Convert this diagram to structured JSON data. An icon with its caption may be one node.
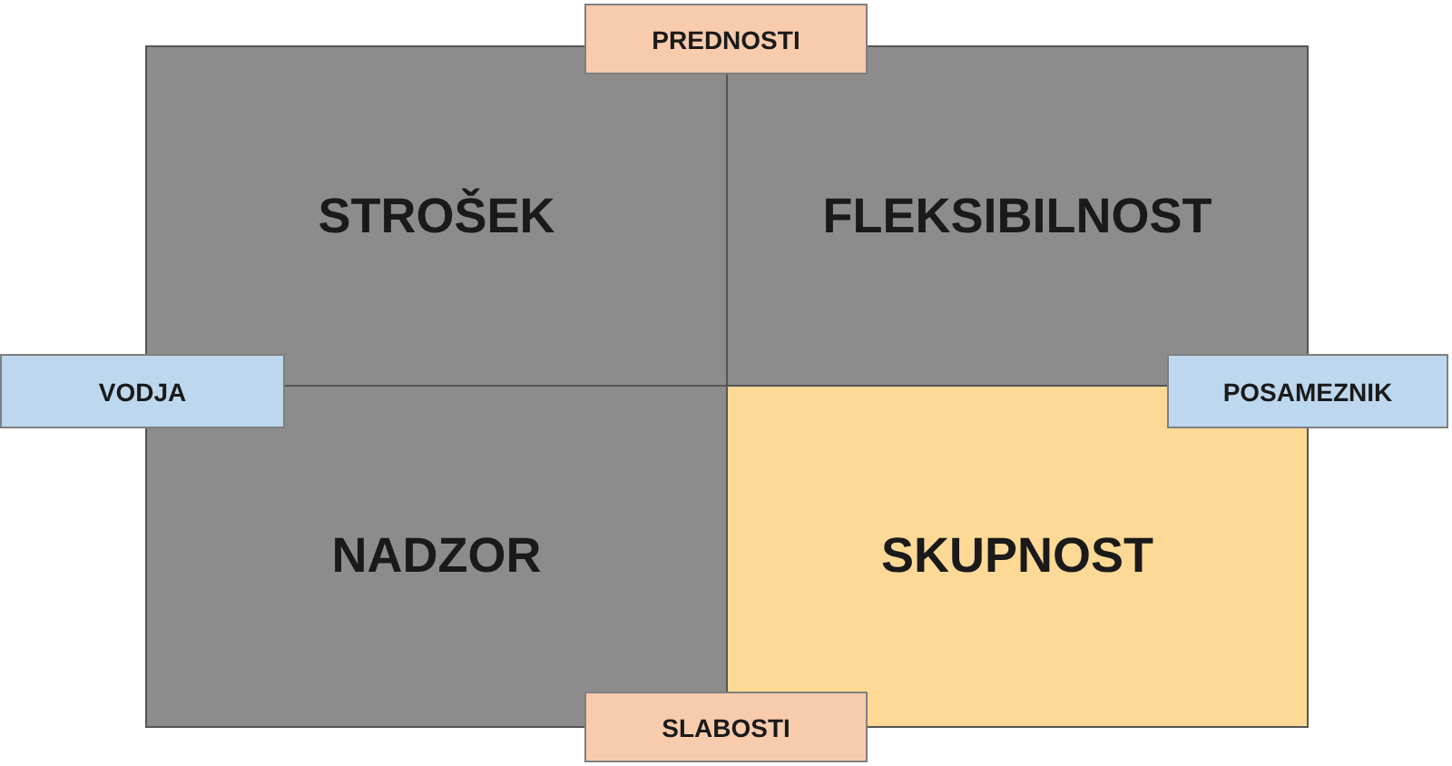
{
  "diagram": {
    "nodes": [
      {
        "text": [
          "PREDNOSTI"
        ]
      },
      {
        "text": [
          "STROŠEK"
        ]
      },
      {
        "text": [
          "FLEKSIBILNOST"
        ]
      },
      {
        "text": [
          "VODJA"
        ]
      },
      {
        "text": [
          "POSAMEZNIK"
        ]
      },
      {
        "text": [
          "NADZOR"
        ]
      },
      {
        "text": [
          "SKUPNOST"
        ]
      },
      {
        "text": [
          "SLABOSTI"
        ]
      }
    ]
  }
}
